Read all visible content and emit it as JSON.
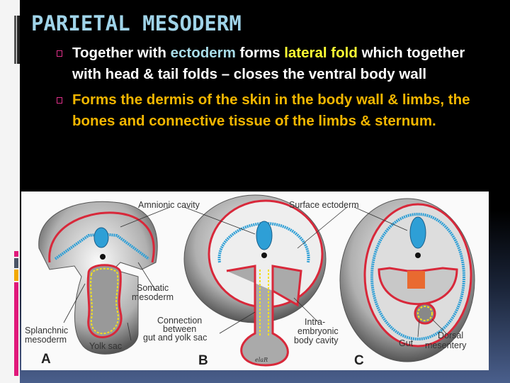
{
  "slide": {
    "title": "PARIETAL MESODERM",
    "bullets": [
      {
        "parts": [
          {
            "text": "Together with ",
            "color": "#ffffff"
          },
          {
            "text": "ectoderm",
            "color": "#a8dce8"
          },
          {
            "text": " forms ",
            "color": "#ffffff"
          },
          {
            "text": "lateral fold",
            "color": "#ffff33"
          },
          {
            "text": " which together with head & tail folds  – closes the ventral body wall",
            "color": "#ffffff"
          }
        ]
      },
      {
        "text": "Forms the dermis of the skin in the body wall & limbs, the bones and connective tissue of the limbs & sternum.",
        "color": "#f2b600"
      }
    ],
    "bullet_marker_color": "#e0308a"
  },
  "figure": {
    "labels": {
      "amnionic_cavity": "Amnionic cavity",
      "surface_ectoderm": "Surface ectoderm",
      "somatic_mesoderm_1": "Somatic",
      "somatic_mesoderm_2": "mesoderm",
      "splanchnic_1": "Splanchnic",
      "splanchnic_2": "mesoderm",
      "yolk_sac": "Yolk sac",
      "connection_1": "Connection",
      "connection_2": "between",
      "connection_3": "gut and yolk sac",
      "intra_1": "Intra-",
      "intra_2": "embryonic",
      "intra_3": "body cavity",
      "gut": "Gut",
      "dorsal_1": "Dorsal",
      "dorsal_2": "mesentery"
    },
    "panels": [
      "A",
      "B",
      "C"
    ],
    "signature": "elaR",
    "colors": {
      "mesoderm": "#d8283a",
      "ectoderm": "#2e9fd6",
      "endoderm": "#f2e020"
    }
  }
}
